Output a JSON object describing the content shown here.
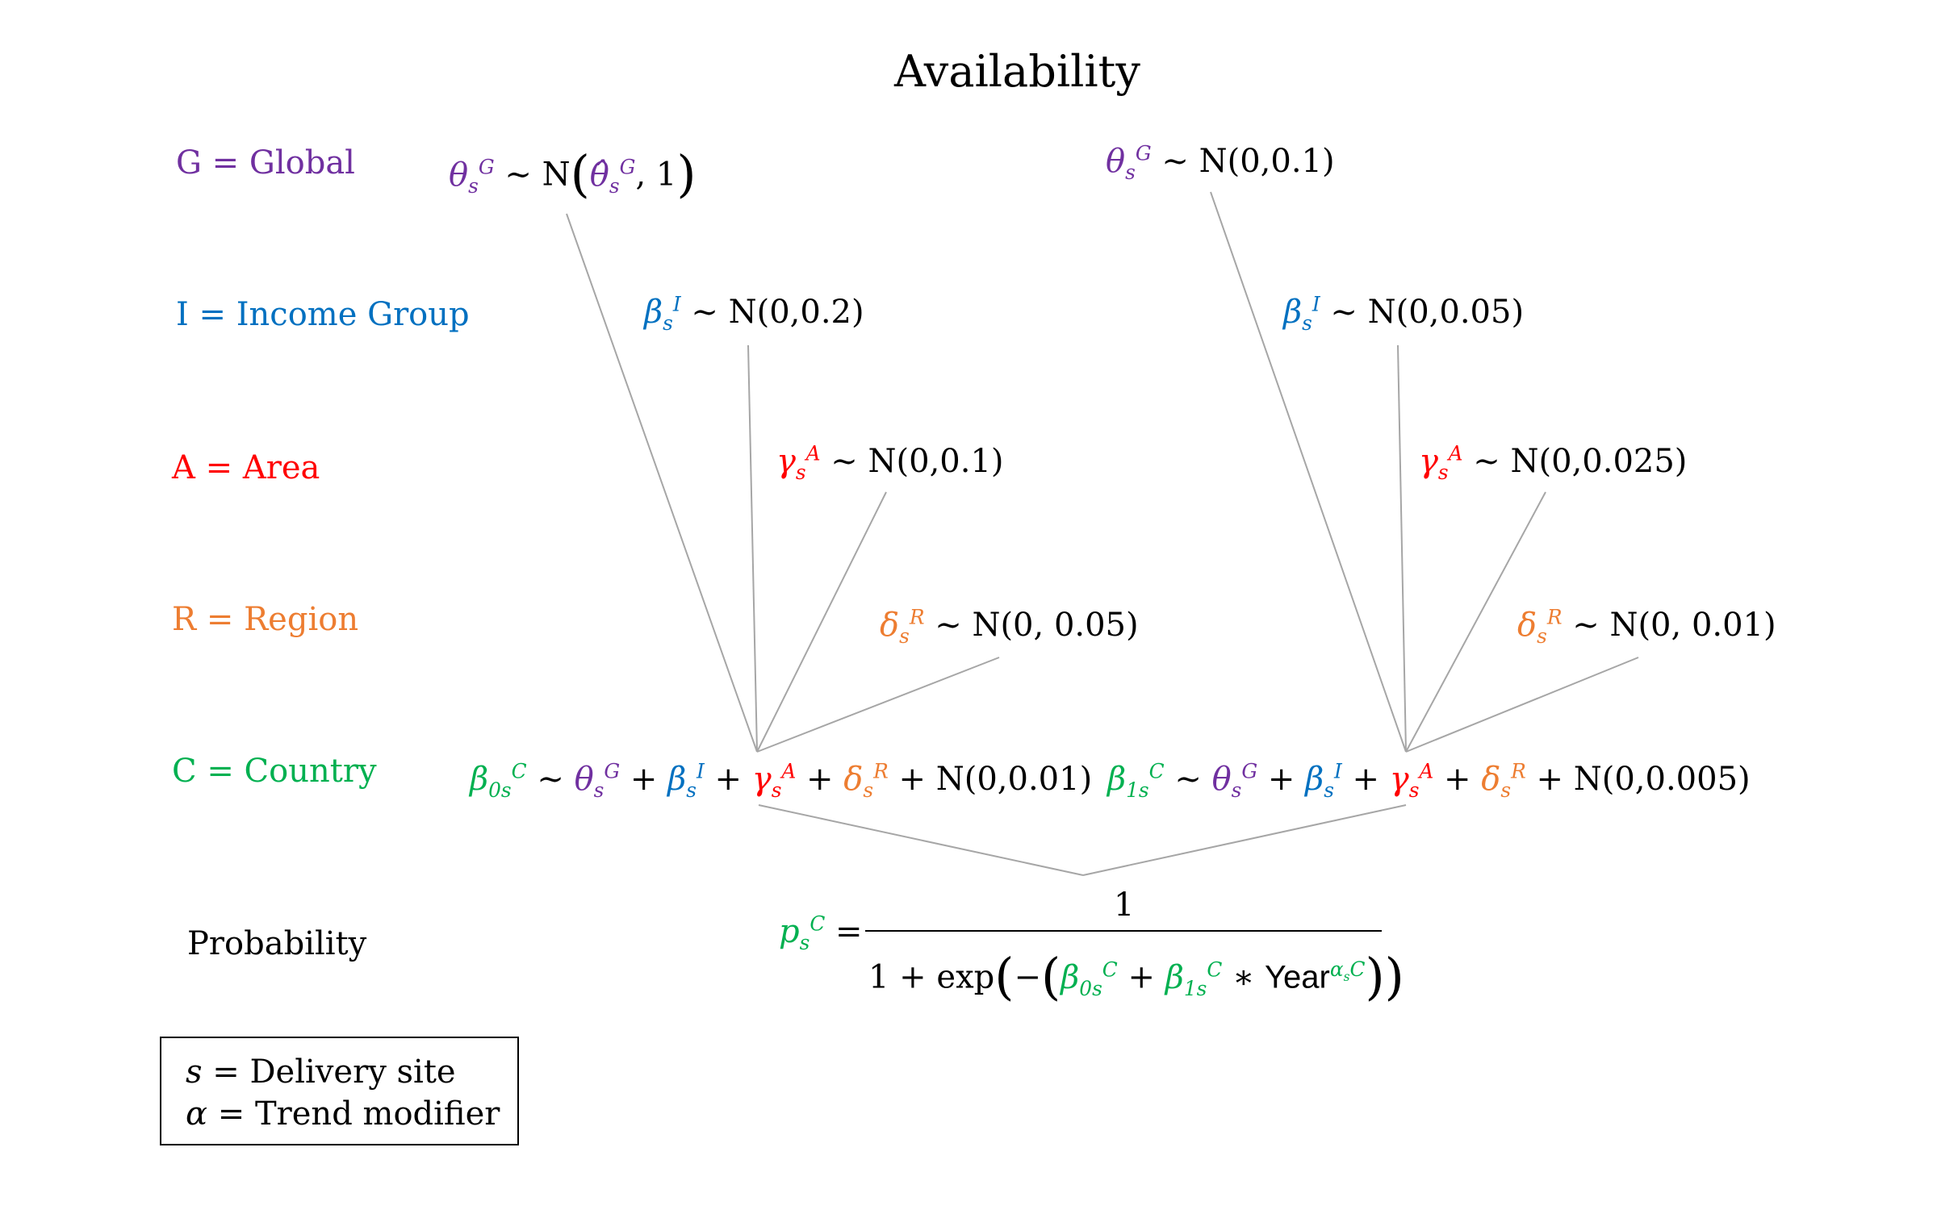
{
  "title": "Availability",
  "levels": {
    "global": "G = Global",
    "income": "I = Income Group",
    "area": "A = Area",
    "region": "R = Region",
    "country": "C = Country",
    "probability": "Probability"
  },
  "symbols": {
    "theta": "θ",
    "beta": "β",
    "gamma": "γ",
    "delta": "δ",
    "alpha": "α",
    "theta_hat": "θ̂",
    "p": "p",
    "s": "s",
    "zero": "0",
    "one": "1",
    "G": "G",
    "I": "I",
    "A": "A",
    "R": "R",
    "C": "C"
  },
  "ops": {
    "tilde": " ∼ ",
    "plus": " + ",
    "eq": " = ",
    "times": " ∗ ",
    "comma": ", 1"
  },
  "left_tree": {
    "global_dist": "N",
    "income_dist": "N(0,0.2)",
    "area_dist": "N(0,0.1)",
    "region_dist": "N(0, 0.05)",
    "country_noise": "N(0,0.01)"
  },
  "right_tree": {
    "global_dist": "N(0,0.1)",
    "income_dist": "N(0,0.05)",
    "area_dist": "N(0,0.025)",
    "region_dist": "N(0, 0.01)",
    "country_noise": "N(0,0.005)"
  },
  "probability_formula": {
    "numerator": "1",
    "denom_prefix": "1 + exp",
    "minus": "−",
    "year": "Year"
  },
  "legend": {
    "s_def": " = Delivery site",
    "alpha_def": " = Trend modifier"
  },
  "colors": {
    "global": "#7030a0",
    "income": "#0070c0",
    "area": "#ff0000",
    "region": "#ed7d31",
    "country": "#00b050",
    "connector": "#a6a6a6"
  }
}
